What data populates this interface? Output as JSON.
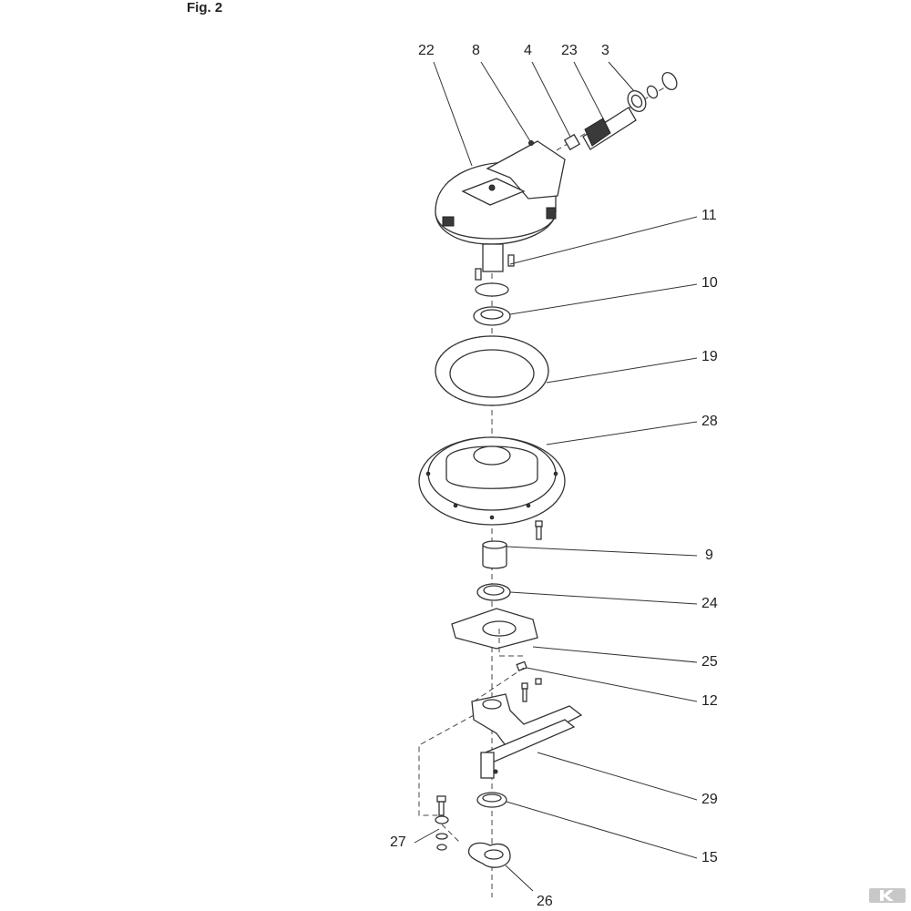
{
  "figure": {
    "title": "Fig. 2"
  },
  "labels": {
    "l22": "22",
    "l8": "8",
    "l4": "4",
    "l23": "23",
    "l3": "3",
    "l11": "11",
    "l10": "10",
    "l19": "19",
    "l28": "28",
    "l9": "9",
    "l24": "24",
    "l25": "25",
    "l12": "12",
    "l29": "29",
    "l15": "15",
    "l27": "27",
    "l26": "26"
  },
  "logo": {
    "name": "brand-logo"
  }
}
